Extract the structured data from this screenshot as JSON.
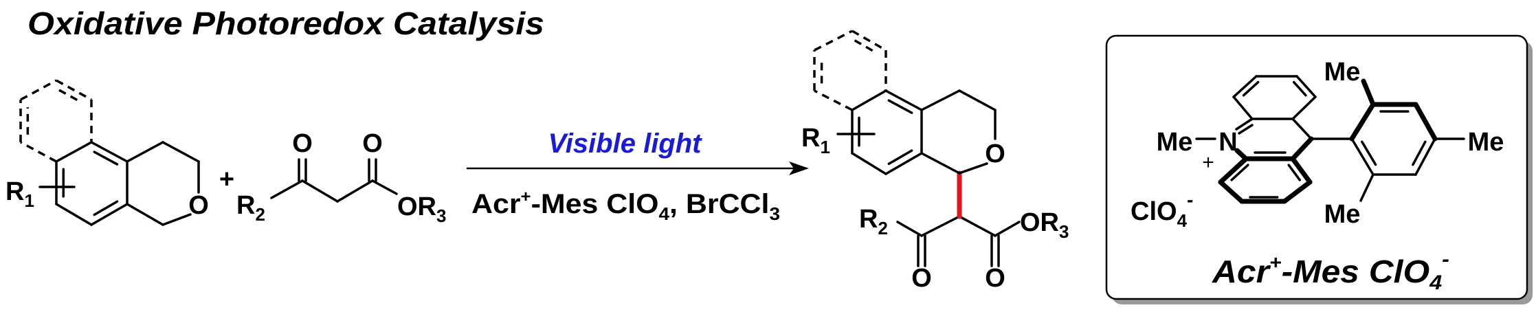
{
  "title": "Oxidative Photoredox Catalysis",
  "reactant_1": {
    "r_label": "R",
    "r_sub": "1",
    "oxygen": "O"
  },
  "plus": "+",
  "reactant_2": {
    "r_label": "R",
    "r_sub": "2",
    "keto_oxygen": "O",
    "ester_oxygen": "O",
    "ester_group": "OR",
    "ester_sub": "3"
  },
  "arrow": {
    "above": "Visible light",
    "above_color": "#1a1adb",
    "below": {
      "p1": "Acr",
      "p1_sup": "+",
      "p2": "-Mes ClO",
      "p2_sub": "4",
      "p3": ", BrCCl",
      "p3_sub": "3"
    }
  },
  "product": {
    "r1_label": "R",
    "r1_sub": "1",
    "ring_oxygen": "O",
    "r2_label": "R",
    "r2_sub": "2",
    "keto_oxygen": "O",
    "ester_oxygen": "O",
    "ester_group": "OR",
    "ester_sub": "3",
    "new_bond_color": "#e3161c"
  },
  "catalyst": {
    "n_methyl": "Me",
    "nitrogen": "N",
    "charge": "+",
    "me_top": "Me",
    "me_right": "Me",
    "me_bottom": "Me",
    "counterion": "ClO",
    "counterion_sub": "4",
    "counterion_charge": "-",
    "name": {
      "p1": "Acr",
      "p1_sup": "+",
      "p2": "-Mes ClO",
      "p2_sub": "4",
      "p2_sup": "-"
    }
  }
}
